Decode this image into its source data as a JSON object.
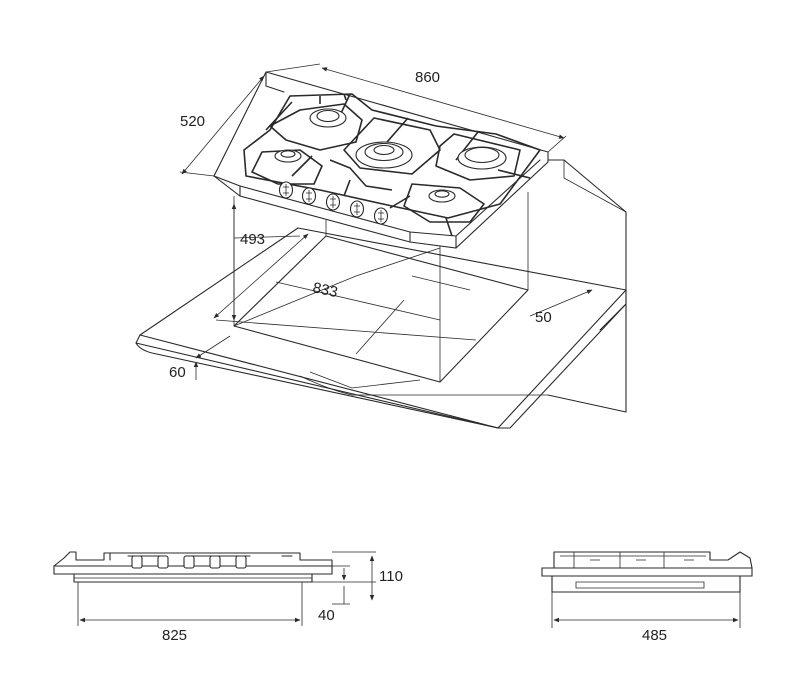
{
  "dimensions": {
    "width_top": "860",
    "depth_top": "520",
    "cutout_depth": "493",
    "cutout_width": "833",
    "rear_clearance": "50",
    "worktop_thickness": "60",
    "front_view_width": "825",
    "total_height": "110",
    "below_worktop": "40",
    "side_view_depth": "485"
  },
  "view": {
    "burner_count": 5,
    "knob_count": 5
  }
}
